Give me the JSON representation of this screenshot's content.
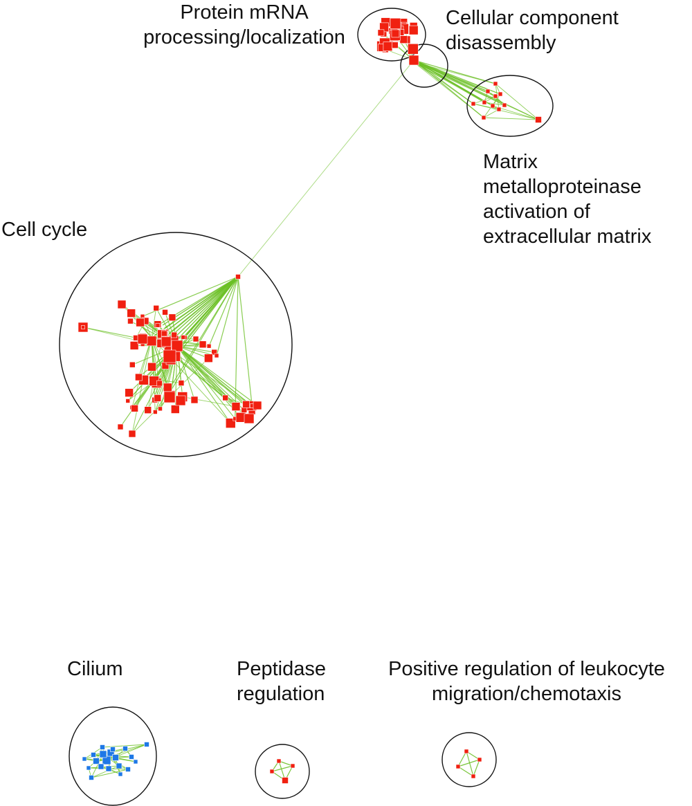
{
  "colors": {
    "background": "#ffffff",
    "node_red": "#f02010",
    "node_blue": "#1e78e6",
    "edge_green": "#6cc026",
    "cluster_outline": "#111111",
    "text": "#111111"
  },
  "clusters": {
    "protein_mrna": {
      "lines": [
        "Protein mRNA",
        "processing/localization"
      ],
      "node_color": "red"
    },
    "cellular_component": {
      "lines": [
        "Cellular component",
        "disassembly"
      ],
      "node_color": "red"
    },
    "matrix_metalloproteinase": {
      "lines": [
        "Matrix",
        "metalloproteinase",
        "activation of",
        "extracellular matrix"
      ],
      "node_color": "red"
    },
    "cell_cycle": {
      "lines": [
        "Cell cycle"
      ],
      "node_color": "red"
    },
    "cilium": {
      "lines": [
        "Cilium"
      ],
      "node_color": "blue"
    },
    "peptidase": {
      "lines": [
        "Peptidase",
        "regulation"
      ],
      "node_color": "red"
    },
    "leukocyte": {
      "lines": [
        "Positive regulation of leukocyte",
        "migration/chemotaxis"
      ],
      "node_color": "red"
    }
  }
}
